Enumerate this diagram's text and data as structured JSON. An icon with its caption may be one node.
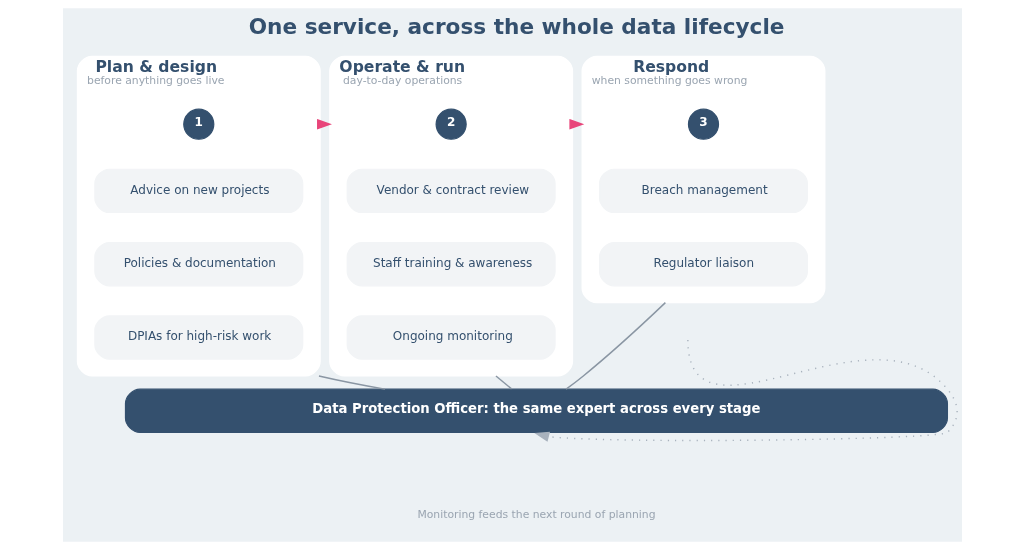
{
  "diagram": {
    "title": "One service, across the whole data lifecycle",
    "nodes": [
      {
        "text": [
          "Plan & design",
          "before anything goes live"
        ]
      },
      {
        "text": [
          "1"
        ],
        "in": 0
      },
      {
        "text": [
          "Advice on new projects"
        ],
        "in": 0
      },
      {
        "text": [
          "Policies & documentation"
        ],
        "in": 0
      },
      {
        "text": [
          "DPIAs for high-risk work"
        ],
        "in": 0
      },
      {
        "text": [
          "Operate & run",
          "day-to-day operations"
        ]
      },
      {
        "text": [
          "2"
        ],
        "in": 5
      },
      {
        "text": [
          "Vendor & contract review"
        ],
        "in": 5
      },
      {
        "text": [
          "Staff training & awareness"
        ],
        "in": 5
      },
      {
        "text": [
          "Ongoing monitoring"
        ],
        "in": 5
      },
      {
        "text": [
          "Respond",
          "when something goes wrong"
        ]
      },
      {
        "text": [
          "3"
        ],
        "in": 10
      },
      {
        "text": [
          "Breach management"
        ],
        "in": 10
      },
      {
        "text": [
          "Regulator liaison"
        ],
        "in": 10
      },
      {
        "text": [
          "Data Protection Officer: the same expert across every stage"
        ]
      }
    ],
    "edges": [
      {
        "from": 0,
        "to": 5,
        "arrow": "to",
        "color": "#e8457a"
      },
      {
        "from": 5,
        "to": 10,
        "arrow": "to",
        "color": "#e8457a"
      },
      {
        "from": 0,
        "to": 14,
        "arrow": "none"
      },
      {
        "from": 5,
        "to": 14,
        "arrow": "none"
      },
      {
        "from": 10,
        "to": 14,
        "arrow": "none"
      },
      {
        "from": null,
        "to": 14,
        "arrow": "to",
        "style": "dashed",
        "color": "#a8b2bd"
      }
    ],
    "labels": [
      "Monitoring feeds the next round of planning"
    ]
  }
}
